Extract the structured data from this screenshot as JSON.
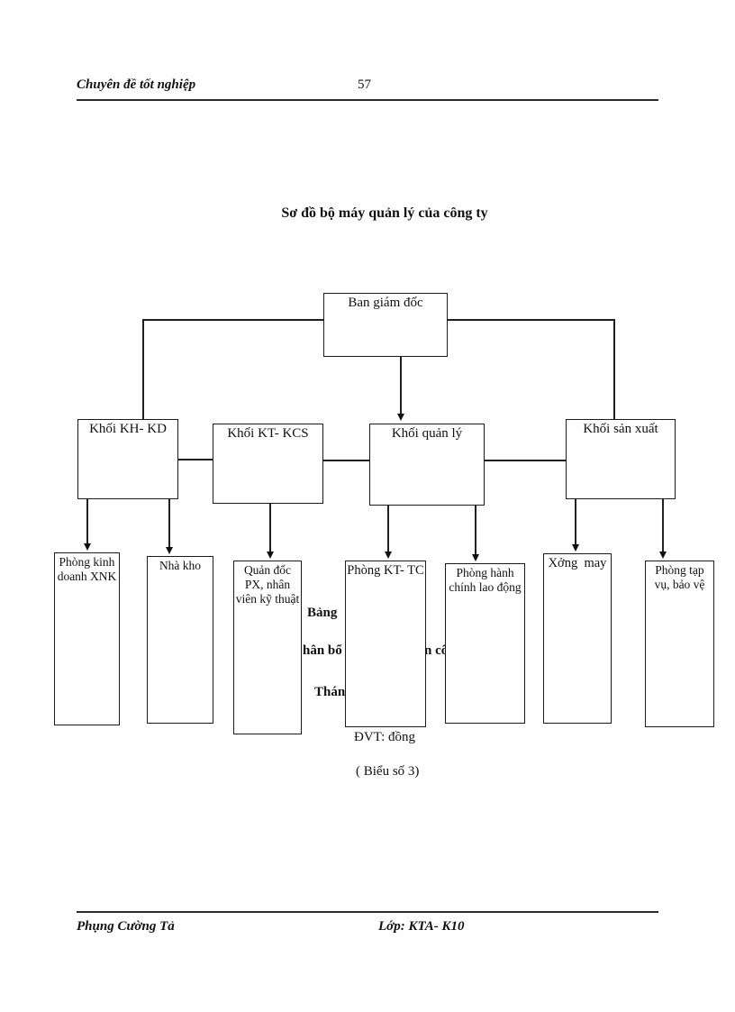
{
  "header": {
    "title": "Chuyên đề tốt nghiệp",
    "page_number": "57"
  },
  "diagram": {
    "title": "Sơ đồ bộ máy quản lý của công ty",
    "nodes": [
      {
        "id": "ban-giam-doc",
        "label": "Ban giám đốc"
      },
      {
        "id": "khoi-kh-kd",
        "label": "Khối KH- KD"
      },
      {
        "id": "khoi-kt-kcs",
        "label": "Khối KT- KCS"
      },
      {
        "id": "khoi-quan-ly",
        "label": "Khối quản lý"
      },
      {
        "id": "khoi-san-xuat",
        "label": "Khối sản xuất"
      },
      {
        "id": "phong-kinh-doanh-xnk",
        "label": "Phòng kinh doanh XNK"
      },
      {
        "id": "nha-kho",
        "label": "Nhà kho"
      },
      {
        "id": "quan-doc-px",
        "label": "Quản đốc PX, nhân viên kỹ thuật"
      },
      {
        "id": "phong-kt-tc",
        "label": "Phòng KT- TC"
      },
      {
        "id": "phong-hanh-chinh",
        "label": "Phòng hành chính lao động"
      },
      {
        "id": "xuong-may",
        "label": "Xởng  may"
      },
      {
        "id": "phong-tap-vu",
        "label": "Phòng tạp vụ, bảo vệ"
      }
    ]
  },
  "overlay_text": {
    "fragment_1": "Bảng",
    "fragment_2": "hân bổ k",
    "fragment_3": "n cố",
    "fragment_4": "Tháng",
    "unit_note": "ĐVT: đồng",
    "figure_caption": "( Biểu số 3)"
  },
  "footer": {
    "author": "Phụng Cường Tả",
    "class_label": "Lớp: KTA- K10"
  },
  "colors": {
    "ink": "#1c1c1c",
    "paper": "#ffffff"
  }
}
